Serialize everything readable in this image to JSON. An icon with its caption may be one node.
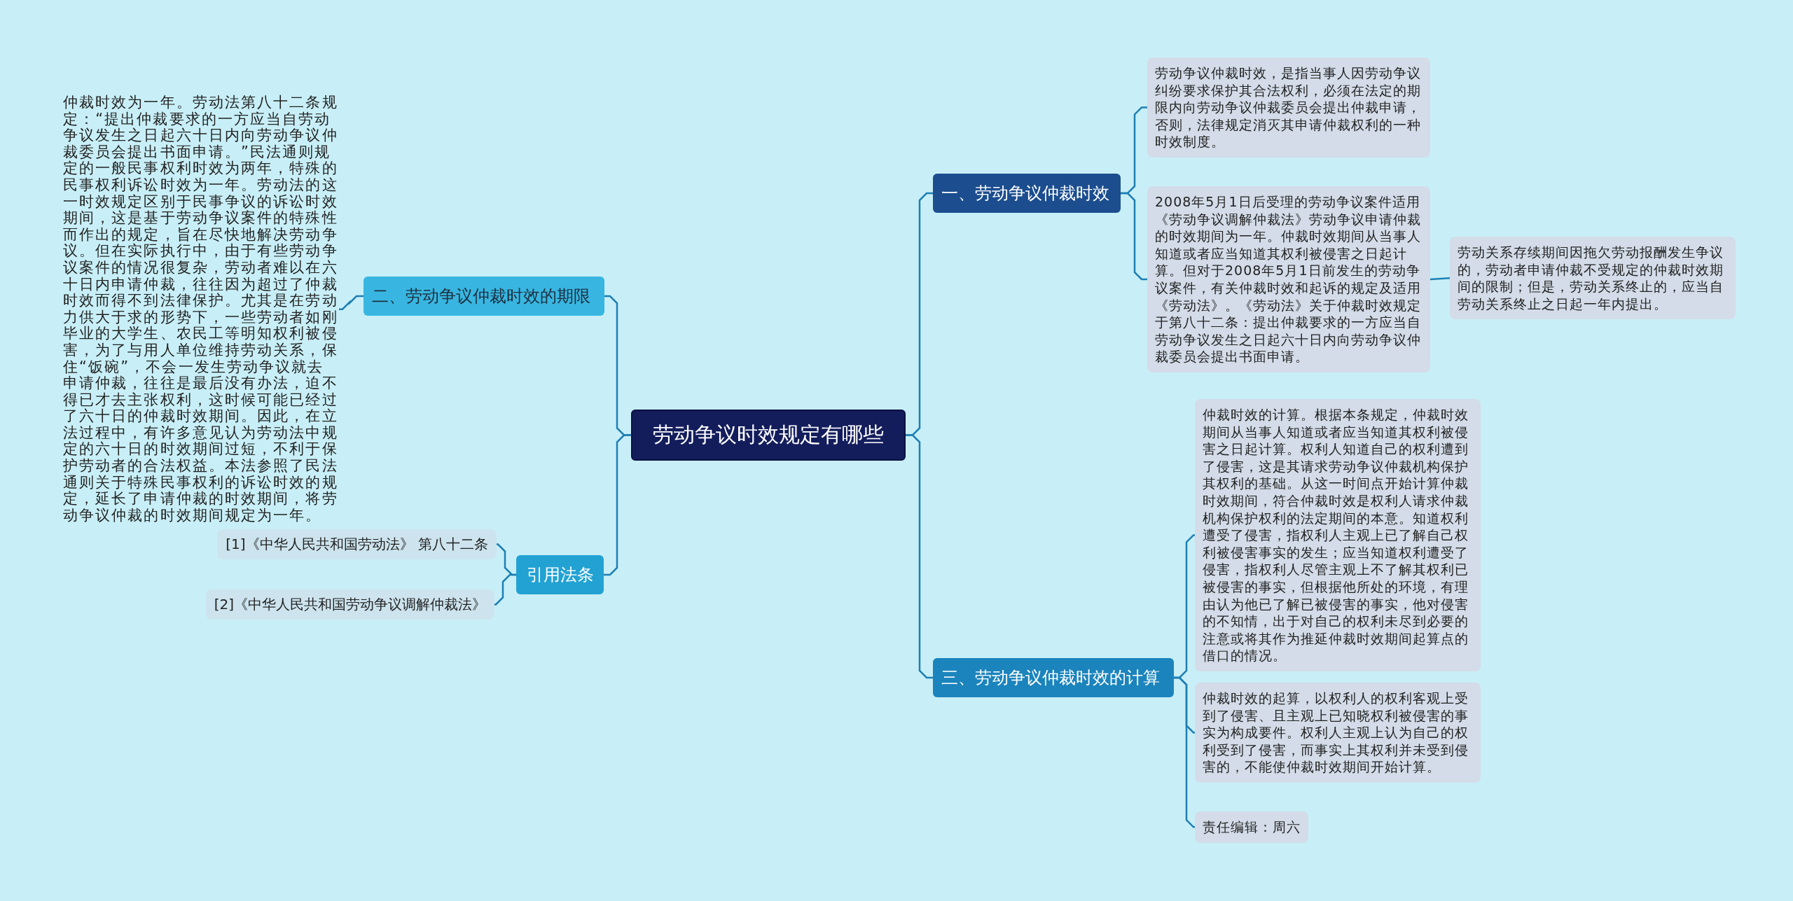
{
  "diagram": {
    "nodes": [
      {
        "text": [
          "劳动争议时效规定有哪些"
        ]
      },
      {
        "text": [
          "一、劳动争议仲裁时效"
        ]
      },
      {
        "text": [
          "劳动争议仲裁时效，是指当事人因劳动争议纠纷要求保护其合法权利，必须在法定的期限内向劳动争议仲裁委员会提出仲裁申请，否则，法律规定消灭其申请仲裁权利的一种时效制度。"
        ]
      },
      {
        "text": [
          "2008年5月1日后受理的劳动争议案件适用《劳动争议调解仲裁法》劳动争议申请仲裁的时效期间为一年。仲裁时效期间从当事人知道或者应当知道其权利被侵害之日起计算。但对于2008年5月1日前发生的劳动争议案件，有关仲裁时效和起诉的规定及适用《劳动法》。《劳动法》关于仲裁时效规定于第八十二条：提出仲裁要求的一方应当自劳动争议发生之日起六十日内向劳动争议仲裁委员会提出书面申请。"
        ]
      },
      {
        "text": [
          "劳动关系存续期间因拖欠劳动报酬发生争议的，劳动者申请仲裁不受规定的仲裁时效期间的限制；但是，劳动关系终止的，应当自劳动关系终止之日起一年内提出。"
        ]
      },
      {
        "text": [
          "二、劳动争议仲裁时效的期限"
        ]
      },
      {
        "text": [
          "仲裁时效为一年。劳动法第八十二条规定：“提出仲裁要求的一方应当自劳动争议发生之日起六十日内向劳动争议仲裁委员会提出书面申请。”民法通则规定的一般民事权利时效为两年，特殊的民事权利诉讼时效为一年。劳动法的这一时效规定区别于民事争议的诉讼时效期间，这是基于劳动争议案件的特殊性而作出的规定，旨在尽快地解决劳动争议。但在实际执行中，由于有些劳动争议案件的情况很复杂，劳动者难以在六十日内申请仲裁，往往因为超过了仲裁时效而得不到法律保护。尤其是在劳动力供大于求的形势下，一些劳动者如刚毕业的大学生、农民工等明知权利被侵害，为了与用人单位维持劳动关系，保住“饭碗”，不会一发生劳动争议就去申请仲裁，往往是最后没有办法，迫不得已才去主张权利，这时候可能已经过了六十日的仲裁时效期间。因此，在立法过程中，有许多意见认为劳动法中规定的六十日的时效期间过短，不利于保护劳动者的合法权益。本法参照了民法通则关于特殊民事权利的诉讼时效的规定，延长了申请仲裁的时效期间，将劳动争议仲裁的时效期间规定为一年。"
        ]
      },
      {
        "text": [
          "三、劳动争议仲裁时效的计算"
        ]
      },
      {
        "text": [
          "仲裁时效的计算。根据本条规定，仲裁时效期间从当事人知道或者应当知道其权利被侵害之日起计算。权利人知道自己的权利遭到了侵害，这是其请求劳动争议仲裁机构保护其权利的基础。从这一时间点开始计算仲裁时效期间，符合仲裁时效是权利人请求仲裁机构保护权利的法定期间的本意。知道权利遭受了侵害，指权利人主观上已了解自己权利被侵害事实的发生；应当知道权利遭受了侵害，指权利人尽管主观上不了解其权利已被侵害的事实，但根据他所处的环境，有理由认为他已了解已被侵害的事实，他对侵害的不知情，出于对自己的权利未尽到必要的注意或将其作为推延仲裁时效期间起算点的借口的情况。"
        ]
      },
      {
        "text": [
          "仲裁时效的起算，以权利人的权利客观上受到了侵害、且主观上已知晓权利被侵害的事实为构成要件。权利人主观上认为自己的权利受到了侵害，而事实上其权利并未受到侵害的，不能使仲裁时效期间开始计算。"
        ]
      },
      {
        "text": [
          "责任编辑：周六"
        ]
      },
      {
        "text": [
          "引用法条"
        ]
      },
      {
        "text": [
          "[1]《中华人民共和国劳动法》 第八十二条"
        ]
      },
      {
        "text": [
          "[2]《中华人民共和国劳动争议调解仲裁法》"
        ]
      }
    ],
    "edges": [
      {
        "from": 0,
        "to": 1,
        "arrow": "none"
      },
      {
        "from": 1,
        "to": 2,
        "arrow": "none"
      },
      {
        "from": 1,
        "to": 3,
        "arrow": "none"
      },
      {
        "from": 3,
        "to": 4,
        "arrow": "none"
      },
      {
        "from": 0,
        "to": 5,
        "arrow": "none"
      },
      {
        "from": 5,
        "to": 6,
        "arrow": "none"
      },
      {
        "from": 0,
        "to": 7,
        "arrow": "none"
      },
      {
        "from": 7,
        "to": 8,
        "arrow": "none"
      },
      {
        "from": 7,
        "to": 9,
        "arrow": "none"
      },
      {
        "from": 7,
        "to": 10,
        "arrow": "none"
      },
      {
        "from": 0,
        "to": 11,
        "arrow": "none"
      },
      {
        "from": 11,
        "to": 12,
        "arrow": "none"
      },
      {
        "from": 11,
        "to": 13,
        "arrow": "none"
      }
    ]
  }
}
